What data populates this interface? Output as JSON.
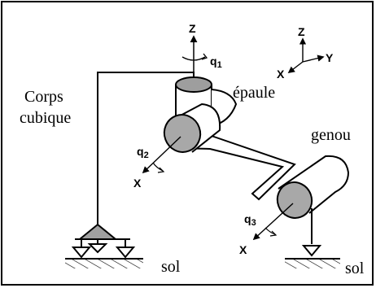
{
  "labels": {
    "corps_line1": "Corps",
    "corps_line2": "cubique",
    "epaule": "épaule",
    "genou": "genou",
    "sol_left": "sol",
    "sol_right": "sol"
  },
  "axes": {
    "z_main": "Z",
    "q1": "q",
    "q1_sub": "1",
    "q2": "q",
    "q2_sub": "2",
    "q3": "q",
    "q3_sub": "3",
    "x_shoulder": "X",
    "x_knee": "X",
    "frame_z": "Z",
    "frame_x": "X",
    "frame_y": "Y"
  },
  "colors": {
    "stroke": "#000000",
    "cylinder_fill": "#bdbdbd",
    "cylinder_dark": "#8e8e8e",
    "ground_fill": "#ffffff"
  }
}
